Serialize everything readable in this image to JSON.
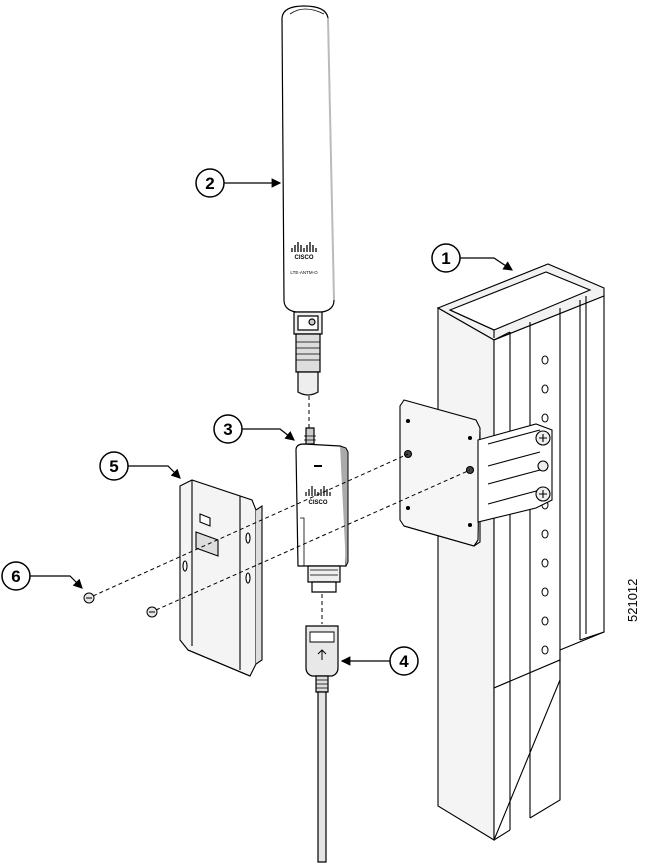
{
  "callouts": [
    {
      "id": "1",
      "label": "1",
      "target": "mounting-pole"
    },
    {
      "id": "2",
      "label": "2",
      "target": "antenna"
    },
    {
      "id": "3",
      "label": "3",
      "target": "lte-modem"
    },
    {
      "id": "4",
      "label": "4",
      "target": "usb-cable"
    },
    {
      "id": "5",
      "label": "5",
      "target": "modem-cover-bracket"
    },
    {
      "id": "6",
      "label": "6",
      "target": "screws"
    }
  ],
  "figure_id": "521012",
  "antenna_logo": "CISCO",
  "antenna_model": "LTE-ANTM-O",
  "modem_logo": "CISCO",
  "colors": {
    "line": "#000000",
    "fill": "#ffffff",
    "shade": "#e6e6e6",
    "dark": "#bdbdbd"
  }
}
